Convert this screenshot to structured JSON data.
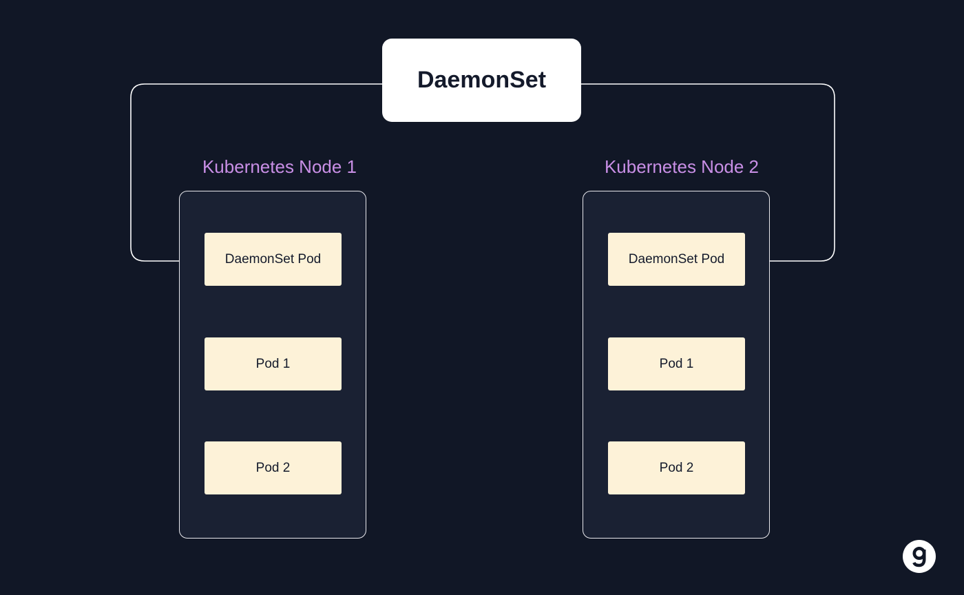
{
  "daemonset": {
    "label": "DaemonSet"
  },
  "nodes": [
    {
      "title": "Kubernetes Node 1",
      "pods": [
        "DaemonSet Pod",
        "Pod 1",
        "Pod 2"
      ]
    },
    {
      "title": "Kubernetes Node 2",
      "pods": [
        "DaemonSet Pod",
        "Pod 1",
        "Pod 2"
      ]
    }
  ],
  "colors": {
    "background": "#111726",
    "node_fill": "#1a2133",
    "pod_fill": "#fdf2d8",
    "node_title": "#c98fe6",
    "lines": "#ffffff"
  },
  "icons": {
    "brand_logo": "g-logo-icon"
  }
}
